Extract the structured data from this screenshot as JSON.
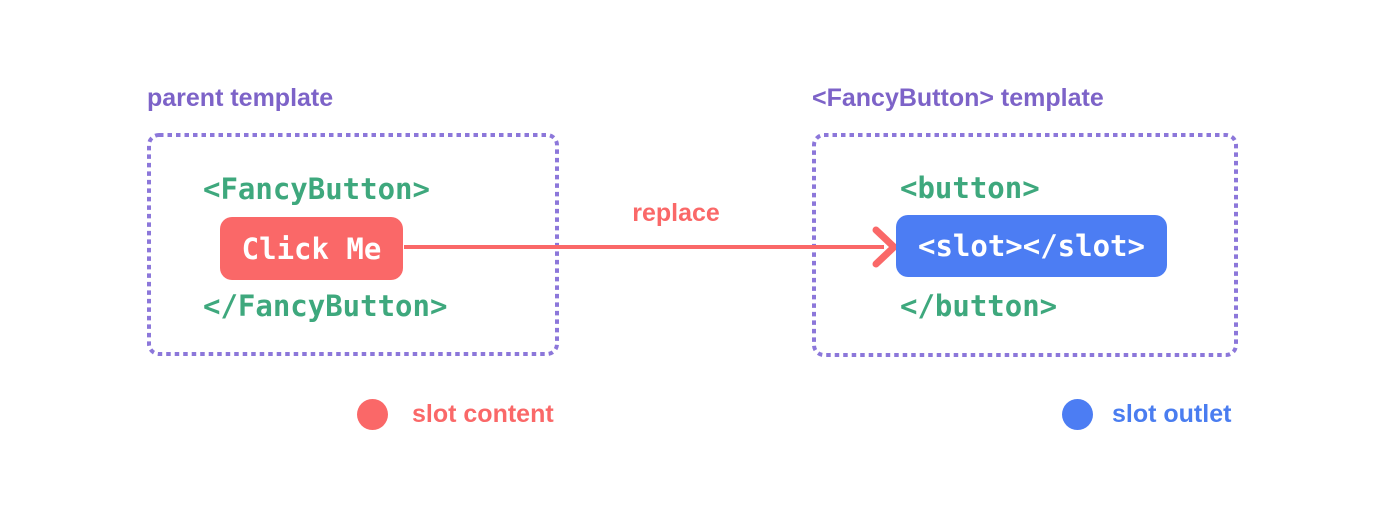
{
  "colors": {
    "purple": "#7D63C8",
    "purple_border": "#8C77DA",
    "green": "#3EA87D",
    "salmon": "#FA6868",
    "blue": "#4C7DF3",
    "blue_text": "#4A7DF0",
    "background": "#ffffff",
    "button_text": "#ffffff"
  },
  "parent_panel": {
    "label": "parent template",
    "open_tag": "<FancyButton>",
    "button_label": "Click Me",
    "close_tag": "</FancyButton>"
  },
  "fancy_panel": {
    "label": "<FancyButton> template",
    "open_tag": "<button>",
    "slot_label": "<slot></slot>",
    "close_tag": "</button>"
  },
  "arrow": {
    "label": "replace"
  },
  "legend": [
    {
      "label": "slot content",
      "color": "#FA6868"
    },
    {
      "label": "slot outlet",
      "color": "#4C7DF3"
    }
  ]
}
